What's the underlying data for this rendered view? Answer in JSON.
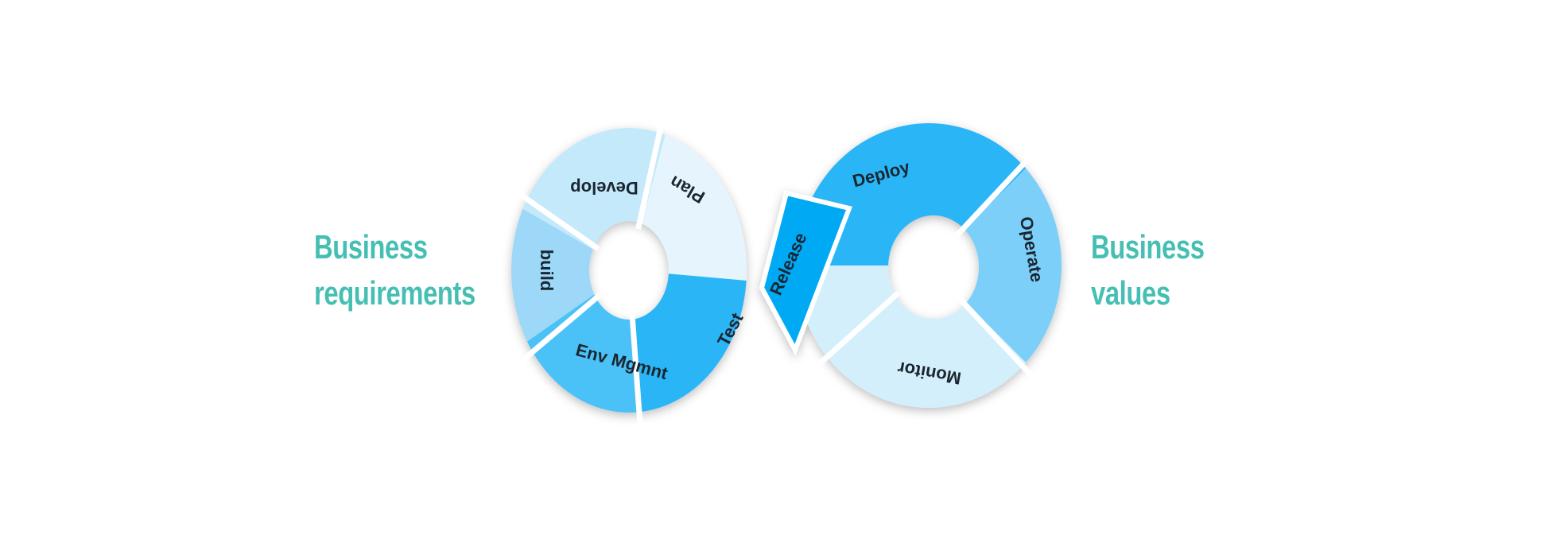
{
  "left_text": {
    "line1": "Business",
    "line2": "requirements"
  },
  "right_text": {
    "line1": "Business",
    "line2": "values"
  },
  "stages": {
    "plan": "Plan",
    "develop": "Develop",
    "build": "build",
    "env": "Env Mgmnt",
    "test": "Test",
    "release": "Release",
    "deploy": "Deploy",
    "operate": "Operate",
    "monitor": "Monitor"
  },
  "colors": {
    "accent_text": "#45bfb3",
    "release": "#03a9f4"
  }
}
